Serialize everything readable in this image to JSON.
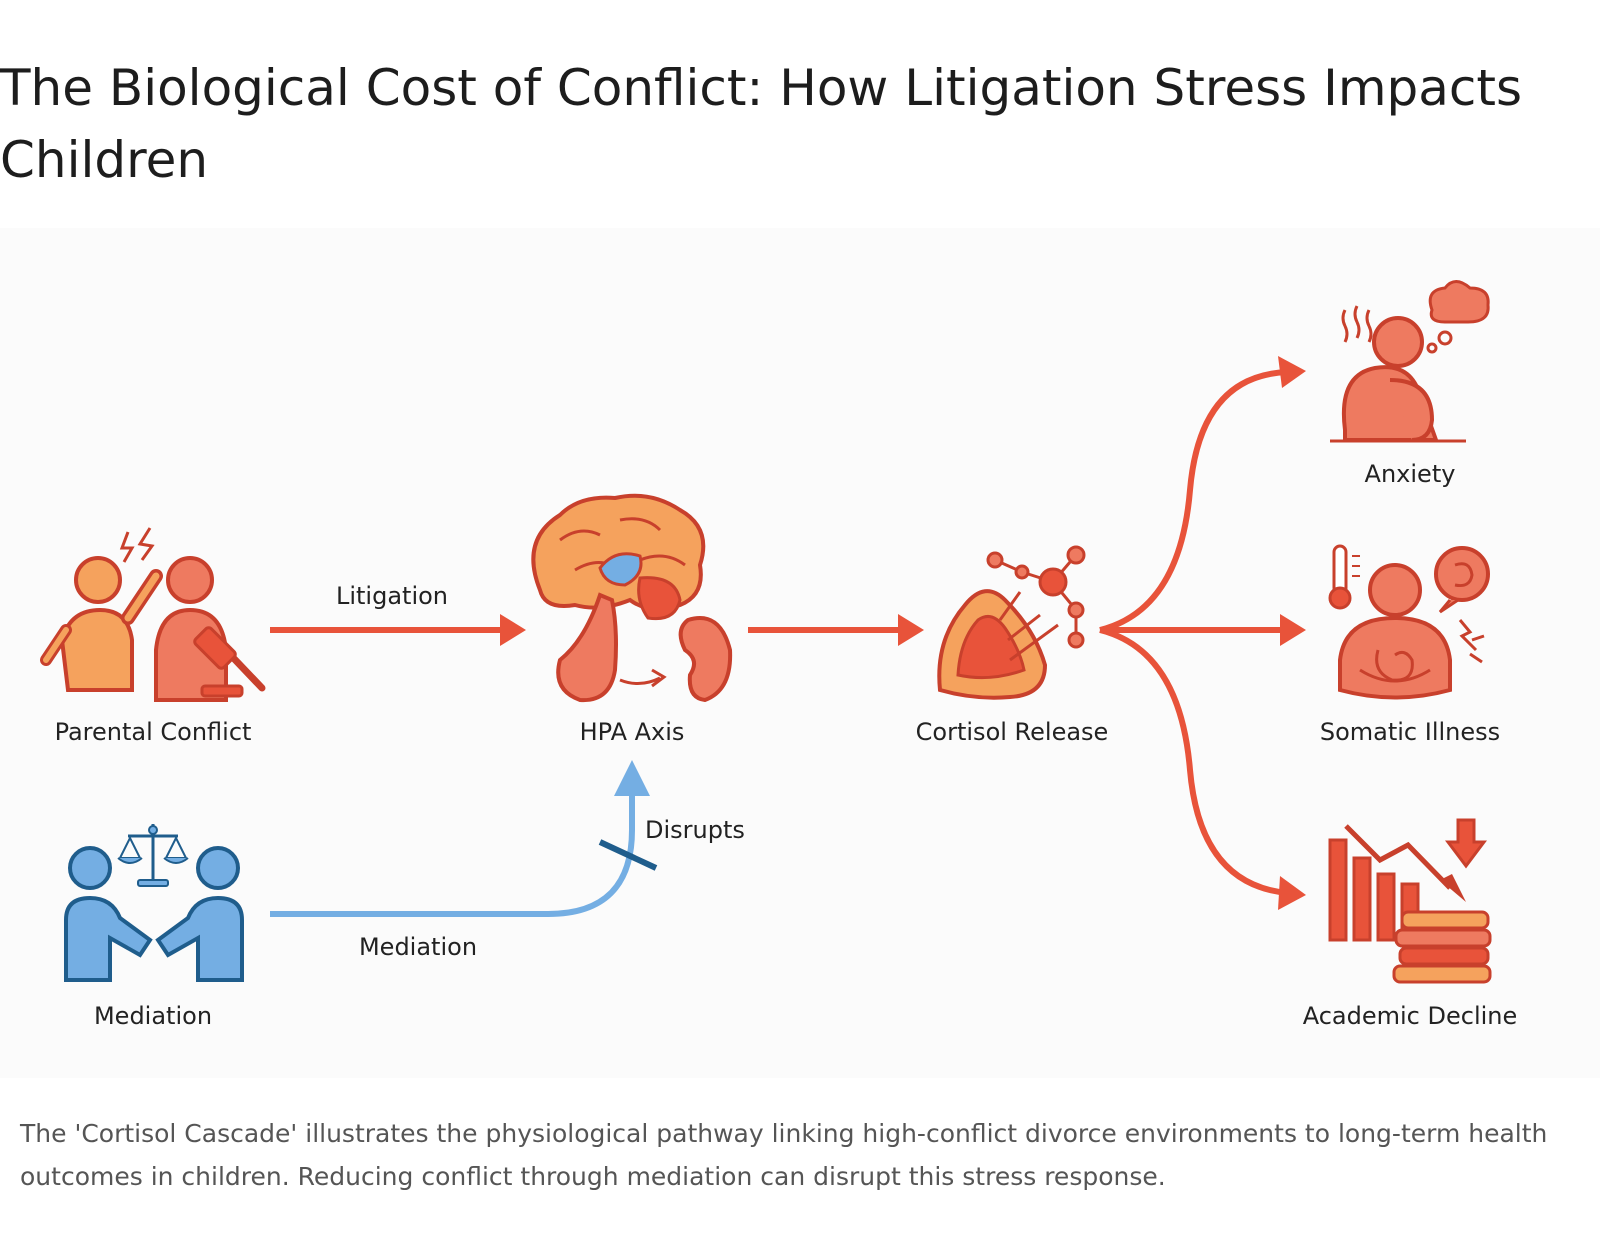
{
  "title": "The Biological Cost of Conflict: How Litigation Stress Impacts Children",
  "nodes": {
    "parental_conflict": "Parental Conflict",
    "hpa_axis": "HPA Axis",
    "cortisol_release": "Cortisol Release",
    "mediation": "Mediation",
    "anxiety": "Anxiety",
    "somatic_illness": "Somatic Illness",
    "academic_decline": "Academic Decline"
  },
  "edges": {
    "litigation": "Litigation",
    "mediation": "Mediation",
    "disrupts": "Disrupts"
  },
  "caption": "The 'Cortisol Cascade' illustrates the physiological pathway linking high-conflict divorce environments to long-term health outcomes in children. Reducing conflict through mediation can disrupt this stress response.",
  "colors": {
    "red": "#e8533a",
    "orange": "#f5a25d",
    "salmon": "#ee7a60",
    "blue": "#74aee3",
    "dark_blue": "#1f5d8c",
    "outline": "#c8402c"
  }
}
